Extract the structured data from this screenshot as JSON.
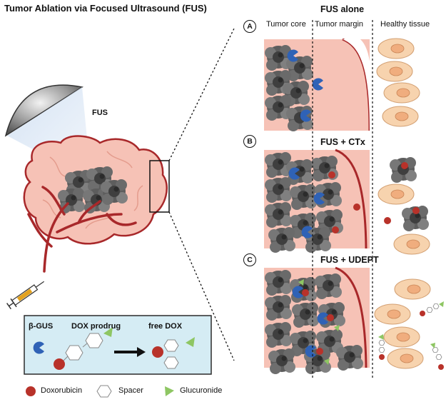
{
  "title": "Tumor Ablation via Focused Ultrasound (FUS)",
  "fus_label": "FUS",
  "columns": {
    "tumor_core": "Tumor core",
    "tumor_margin": "Tumor margin",
    "healthy_tissue": "Healthy tissue"
  },
  "panels": [
    {
      "badge": "A",
      "title": "FUS alone"
    },
    {
      "badge": "B",
      "title": "FUS + CTx"
    },
    {
      "badge": "C",
      "title": "FUS + UDEPT"
    }
  ],
  "mechanism": {
    "enzyme": "β-GUS",
    "prodrug": "DOX prodrug",
    "product": "free DOX"
  },
  "legend": {
    "doxorubicin": "Doxorubicin",
    "spacer": "Spacer",
    "glucuronide": "Glucuronide"
  },
  "colors": {
    "tumor_pink": "#f6c2b6",
    "vessel_red": "#a8282a",
    "dox_red": "#b8322a",
    "gus_blue": "#2f62b6",
    "glucuronide_green": "#8ec663",
    "healthy_cell": "#f7d3ae",
    "nucleus": "#f0ad7e",
    "mechanism_box": "#d5ecf4"
  }
}
